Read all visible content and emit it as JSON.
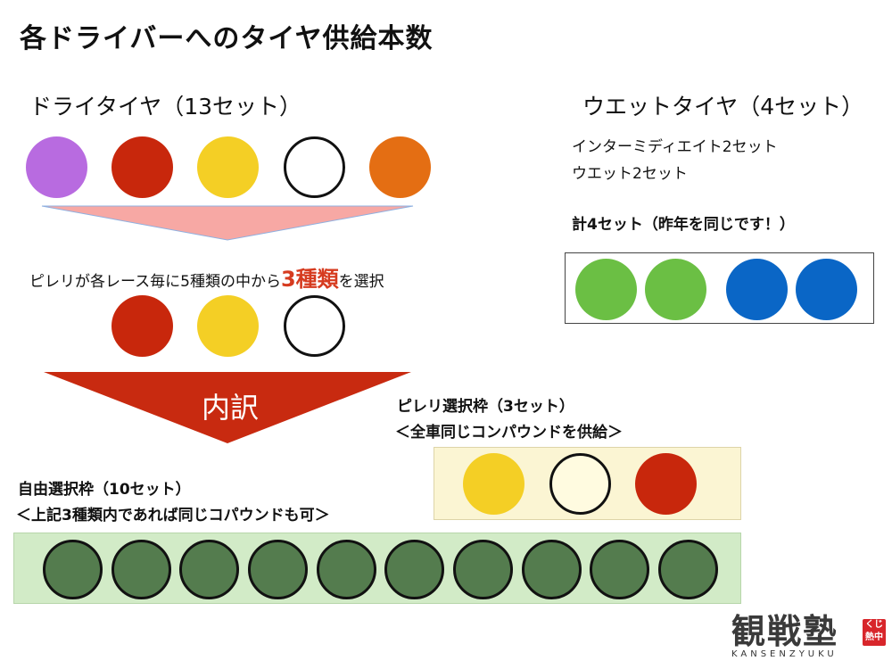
{
  "page": {
    "title": "各ドライバーへのタイヤ供給本数"
  },
  "dry": {
    "heading": "ドライタイヤ（13セット）",
    "compound_colors": [
      "#b86be0",
      "#c8270c",
      "#f4cf25",
      "#ffffff",
      "#e46e13"
    ],
    "selection_prefix": "ピレリが各レース毎に5種類の中から",
    "selection_highlight": "3種類",
    "selection_suffix": "を選択",
    "selected_colors": [
      "#c8270c",
      "#f4cf25",
      "#ffffff"
    ],
    "breakdown_label": "内訳"
  },
  "wet": {
    "heading": "ウエットタイヤ（4セット）",
    "line1": "インターミディエイト2セット",
    "line2": "ウエット2セット",
    "total": "計4セット（昨年を同じです！）",
    "set_colors": [
      "#6bbf44",
      "#6bbf44",
      "#0a66c6",
      "#0a66c6"
    ]
  },
  "pirelli": {
    "label1": "ピレリ選択枠（3セット）",
    "label2": "＜全車同じコンパウンドを供給＞",
    "colors": [
      "#f4cf25",
      "#fffbe0",
      "#c8270c"
    ]
  },
  "free": {
    "label1": "自由選択枠（10セット）",
    "label2": "＜上記3種類内であれば同じコパウンドも可＞",
    "count": 10,
    "color": "#547c4e"
  },
  "logo": {
    "main": "観戦塾",
    "sub": "KANSENZYUKU",
    "badge": "くじ\n熱中"
  },
  "colors": {
    "highlight_red": "#d63b1f",
    "light_arrow": "#f7a8a4",
    "dark_arrow": "#c82a10"
  }
}
